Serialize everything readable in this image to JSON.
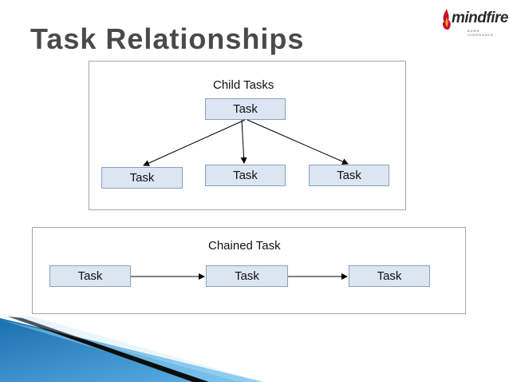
{
  "slide": {
    "title": "Task Relationships"
  },
  "logo": {
    "name": "mindfire",
    "tagline": "BURN IGNORANCE"
  },
  "child_tasks": {
    "caption": "Child Tasks",
    "parent": "Task",
    "children": [
      "Task",
      "Task",
      "Task"
    ]
  },
  "chained_task": {
    "caption": "Chained Task",
    "tasks": [
      "Task",
      "Task",
      "Task"
    ]
  },
  "colors": {
    "task_fill": "#dce6f2",
    "task_border": "#8aa0bd",
    "accent_blue": "#1f7fc0",
    "flame_red": "#c8102e"
  }
}
